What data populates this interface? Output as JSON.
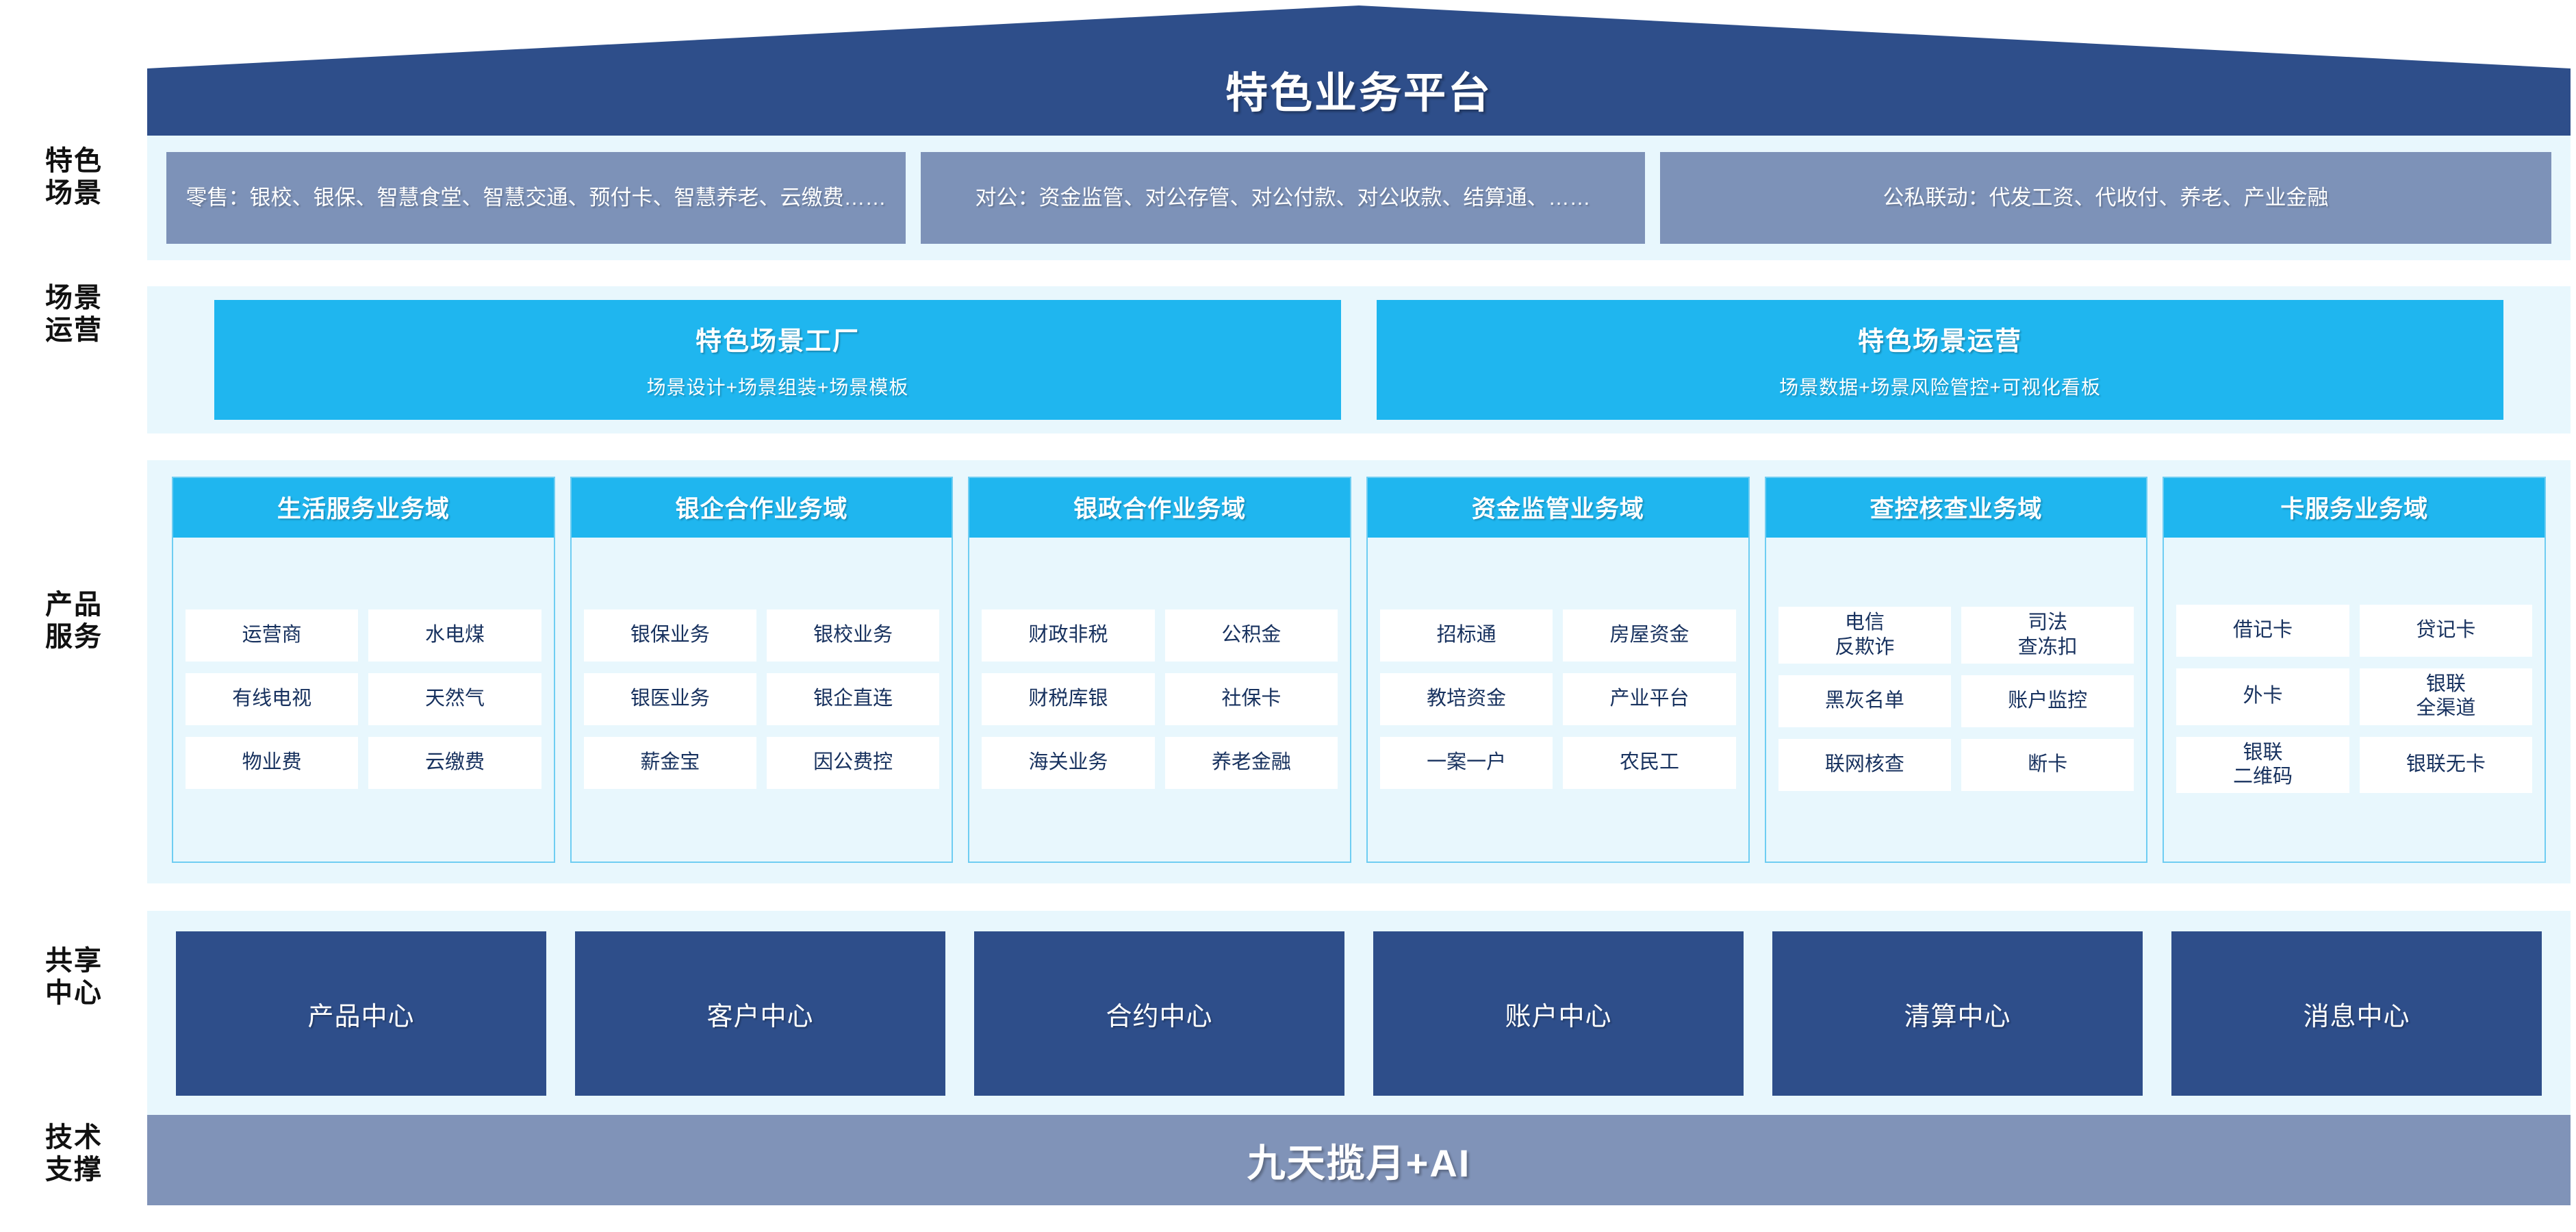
{
  "header": {
    "title": "特色业务平台"
  },
  "rows": {
    "scene_label": "特色\n场景",
    "operation_label": "场景\n运营",
    "product_label": "产品\n服务",
    "shared_label": "共享\n中心",
    "tech_label": "技术\n支撑"
  },
  "scenes": [
    {
      "text": "零售：银校、银保、智慧食堂、智慧交通、预付卡、智慧养老、云缴费……"
    },
    {
      "text": "对公：资金监管、对公存管、对公付款、对公收款、结算通、……"
    },
    {
      "text": "公私联动：代发工资、代收付、养老、产业金融"
    }
  ],
  "operations": [
    {
      "title": "特色场景工厂",
      "subtitle": "场景设计+场景组装+场景模板"
    },
    {
      "title": "特色场景运营",
      "subtitle": "场景数据+场景风险管控+可视化看板"
    }
  ],
  "domains": [
    {
      "title": "生活服务业务域",
      "items": [
        "运营商",
        "水电煤",
        "有线电视",
        "天然气",
        "物业费",
        "云缴费"
      ]
    },
    {
      "title": "银企合作业务域",
      "items": [
        "银保业务",
        "银校业务",
        "银医业务",
        "银企直连",
        "薪金宝",
        "因公费控"
      ]
    },
    {
      "title": "银政合作业务域",
      "items": [
        "财政非税",
        "公积金",
        "财税库银",
        "社保卡",
        "海关业务",
        "养老金融"
      ]
    },
    {
      "title": "资金监管业务域",
      "items": [
        "招标通",
        "房屋资金",
        "教培资金",
        "产业平台",
        "一案一户",
        "农民工"
      ]
    },
    {
      "title": "查控核查业务域",
      "items": [
        "电信\n反欺诈",
        "司法\n查冻扣",
        "黑灰名单",
        "账户监控",
        "联网核查",
        "断卡"
      ]
    },
    {
      "title": "卡服务业务域",
      "items": [
        "借记卡",
        "贷记卡",
        "外卡",
        "银联\n全渠道",
        "银联\n二维码",
        "银联无卡"
      ]
    }
  ],
  "shared_centers": [
    {
      "label": "产品中心"
    },
    {
      "label": "客户中心"
    },
    {
      "label": "合约中心"
    },
    {
      "label": "账户中心"
    },
    {
      "label": "清算中心"
    },
    {
      "label": "消息中心"
    }
  ],
  "tech": {
    "label": "九天揽月+AI"
  },
  "colors": {
    "roof_navy": "#2e4e8a",
    "band_light": "#e8f7fd",
    "scene_slate": "#7d92b8",
    "cyan": "#1fb6ef",
    "card_border": "#6ecdf2",
    "chip_text": "#17315e",
    "shared_navy": "#2e4e8a",
    "tech_slate": "#8093b8"
  }
}
